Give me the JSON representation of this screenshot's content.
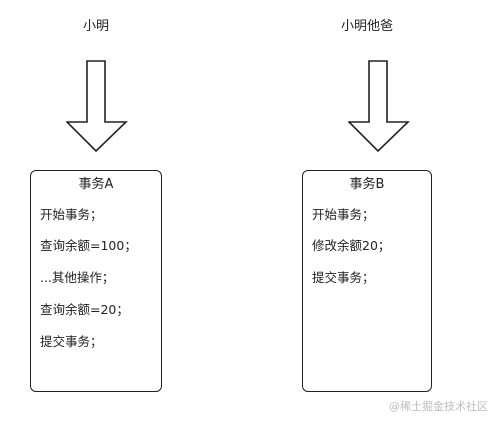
{
  "actors": {
    "left": "小明",
    "right": "小明他爸"
  },
  "transactions": {
    "a": {
      "title": "事务A",
      "steps": [
        "开始事务；",
        "查询余额=100；",
        "...其他操作；",
        "查询余额=20；",
        "提交事务；"
      ]
    },
    "b": {
      "title": "事务B",
      "steps": [
        "开始事务；",
        "修改余额20；",
        "提交事务；"
      ]
    }
  },
  "watermark": "@稀土掘金技术社区",
  "colors": {
    "stroke": "#222222",
    "background": "#ffffff",
    "watermark": "#bdbdbd"
  }
}
